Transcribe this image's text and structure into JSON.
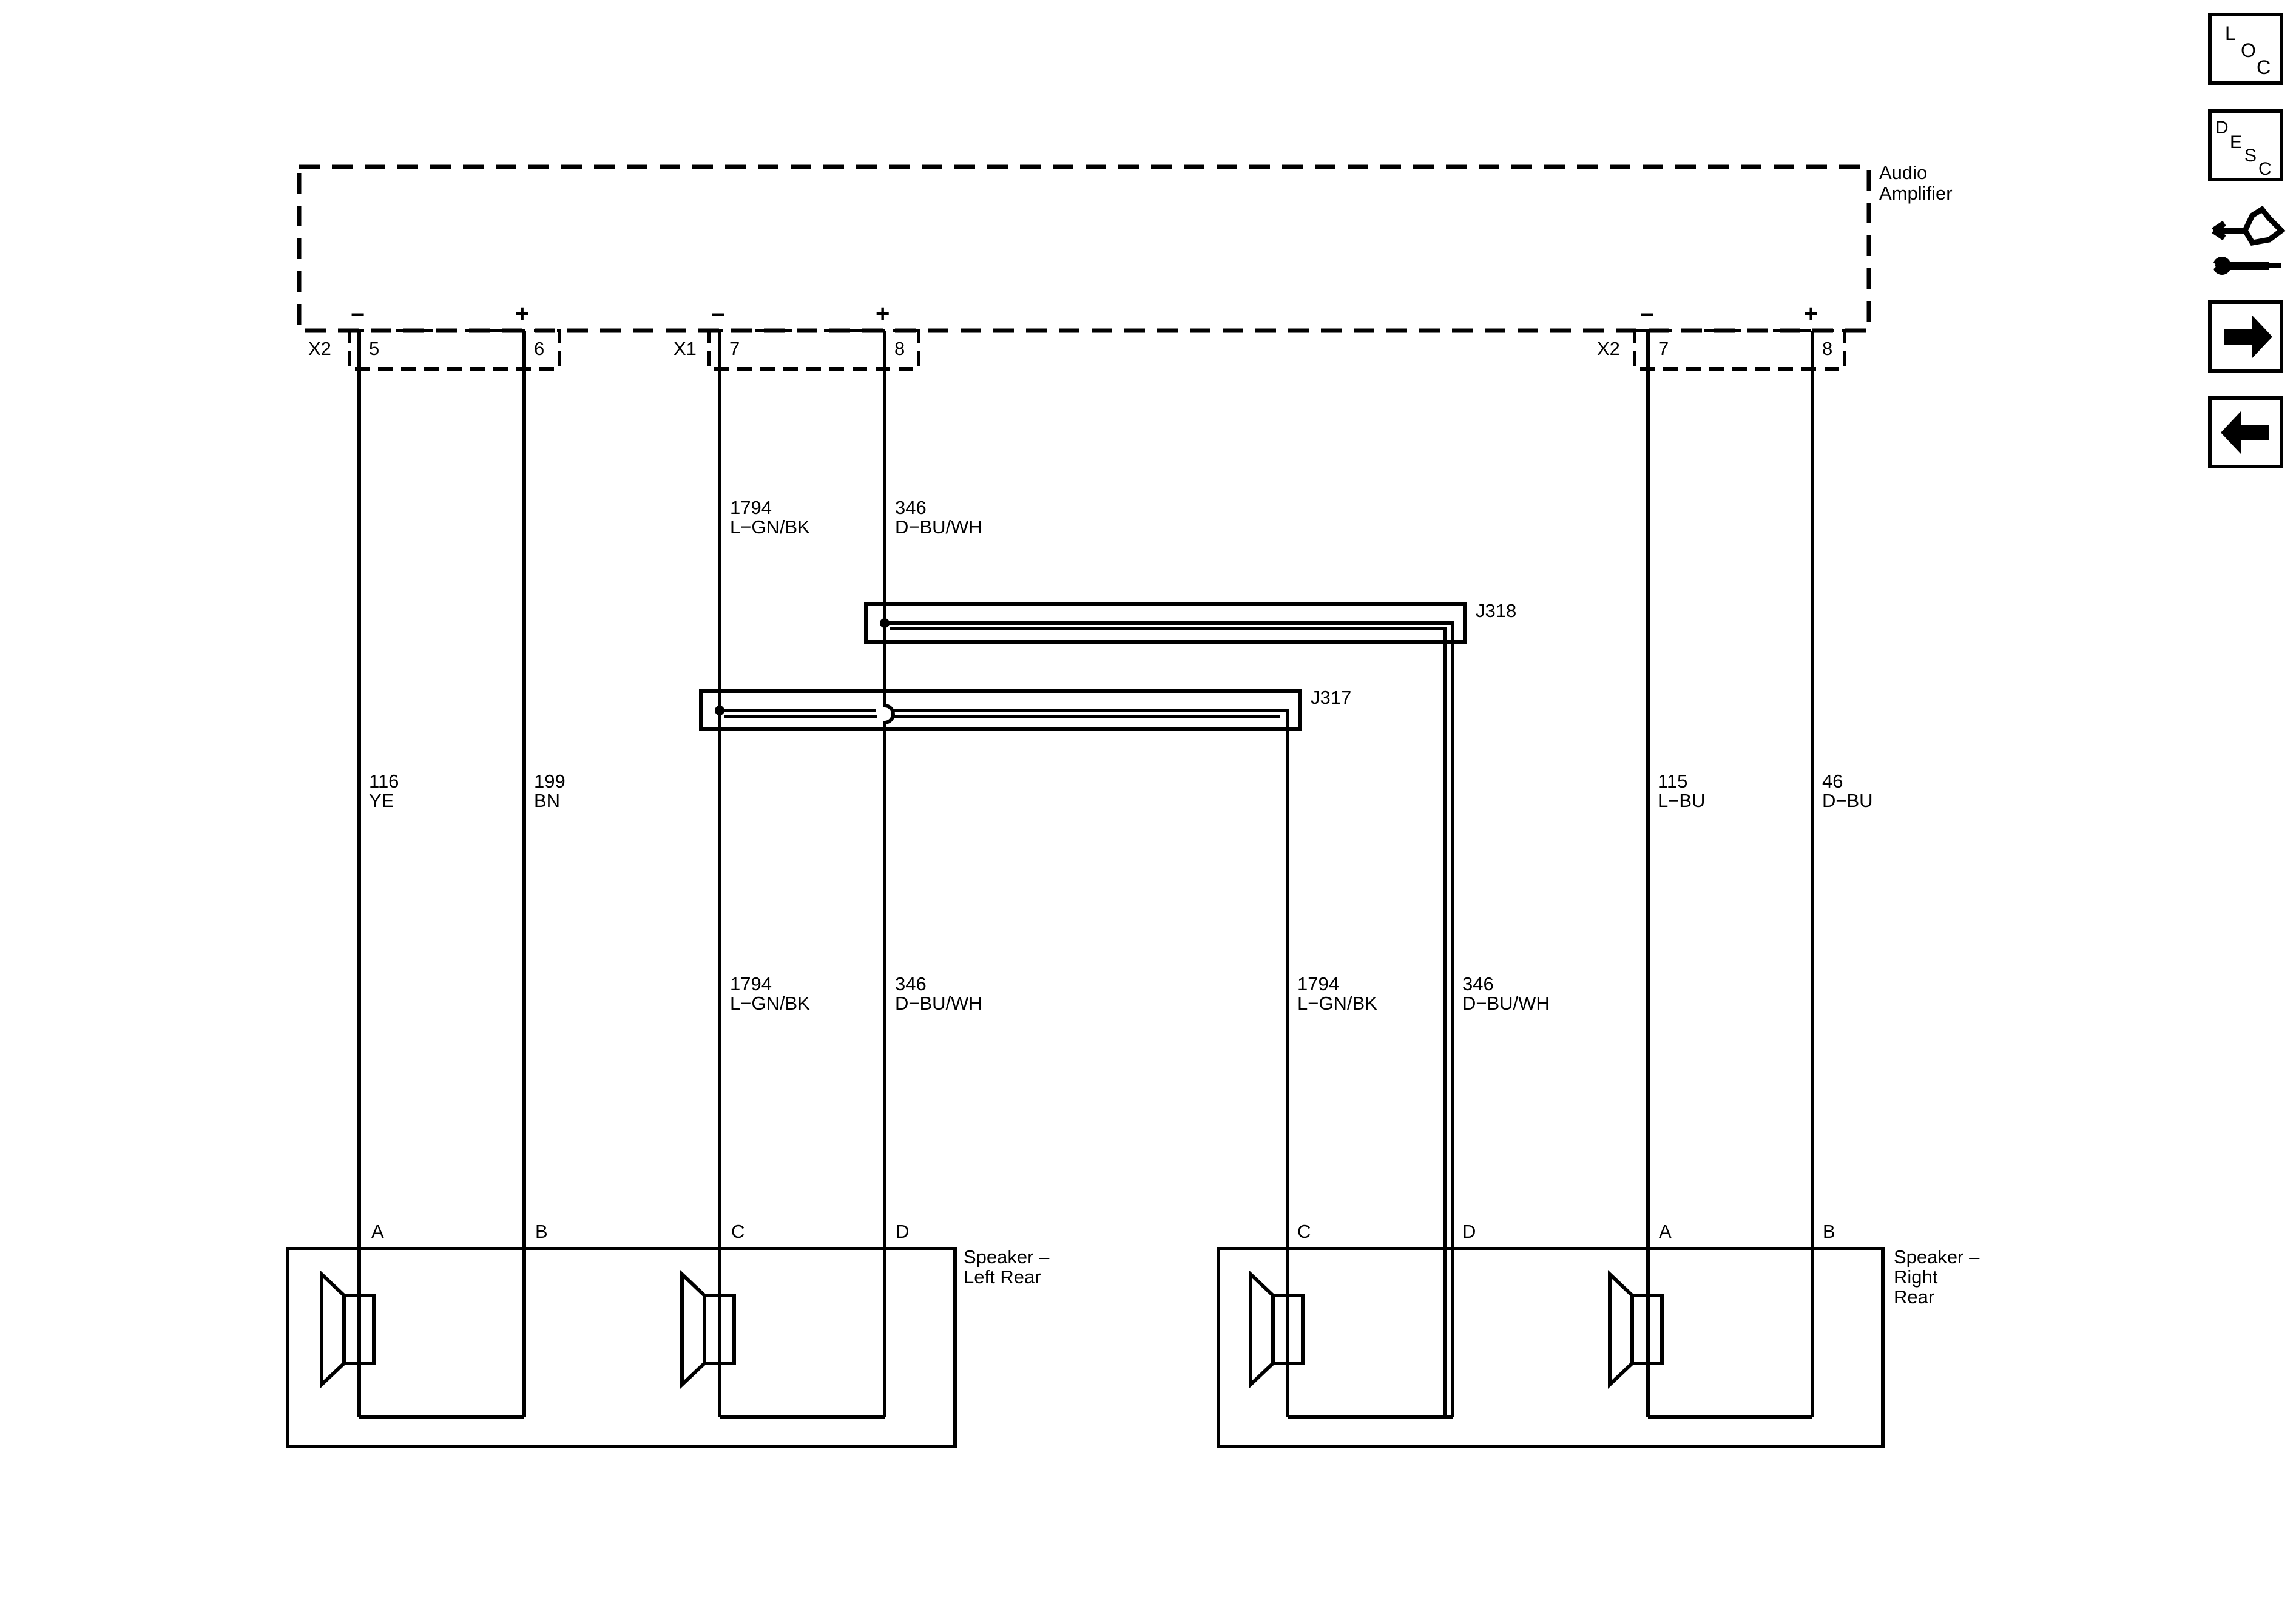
{
  "diagram": {
    "amplifier_label": [
      "Audio",
      "Amplifier"
    ],
    "connectors": {
      "left_x2": {
        "name": "X2",
        "pins": [
          "5",
          "6"
        ],
        "polarity": [
          "−",
          "+"
        ]
      },
      "mid_x1": {
        "name": "X1",
        "pins": [
          "7",
          "8"
        ],
        "polarity": [
          "−",
          "+"
        ]
      },
      "right_x2": {
        "name": "X2",
        "pins": [
          "7",
          "8"
        ],
        "polarity": [
          "−",
          "+"
        ]
      }
    },
    "wires": {
      "w116": [
        "116",
        "YE"
      ],
      "w199": [
        "199",
        "BN"
      ],
      "w1794_top": [
        "1794",
        "L−GN/BK"
      ],
      "w346_top": [
        "346",
        "D−BU/WH"
      ],
      "w1794_lr": [
        "1794",
        "L−GN/BK"
      ],
      "w346_lr": [
        "346",
        "D−BU/WH"
      ],
      "w1794_rr": [
        "1794",
        "L−GN/BK"
      ],
      "w346_rr": [
        "346",
        "D−BU/WH"
      ],
      "w115": [
        "115",
        "L−BU"
      ],
      "w46": [
        "46",
        "D−BU"
      ]
    },
    "splices": {
      "j318": "J318",
      "j317": "J317"
    },
    "speaker_pins": {
      "left": [
        "A",
        "B",
        "C",
        "D"
      ],
      "right": [
        "C",
        "D",
        "A",
        "B"
      ]
    },
    "speaker_labels": {
      "left": [
        "Speaker –",
        "Left Rear"
      ],
      "right": [
        "Speaker –",
        "Right",
        "Rear"
      ]
    }
  },
  "nav": {
    "loc": [
      "L",
      "O",
      "C"
    ],
    "desc": [
      "D",
      "E",
      "S",
      "C"
    ]
  }
}
